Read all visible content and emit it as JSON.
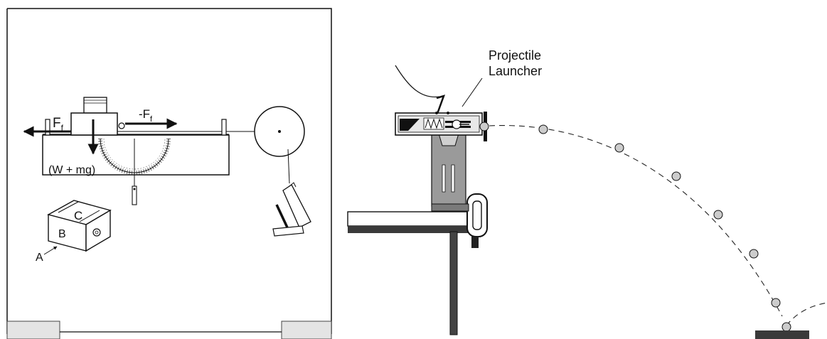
{
  "left_panel": {
    "labels": {
      "friction_force": "F",
      "friction_sub": "f",
      "reaction_force": "-F",
      "reaction_sub": "f",
      "weight": "(W + mg)",
      "box_face_c": "C",
      "box_face_b": "B",
      "box_corner_a": "A"
    }
  },
  "right_panel": {
    "launcher_label_line1": "Projectile",
    "launcher_label_line2": "Launcher"
  },
  "colors": {
    "line": "#111111",
    "launcher_gray": "#9a9a9a",
    "ball_gray": "#cccccc",
    "footer_gray": "#e4e4e4"
  }
}
